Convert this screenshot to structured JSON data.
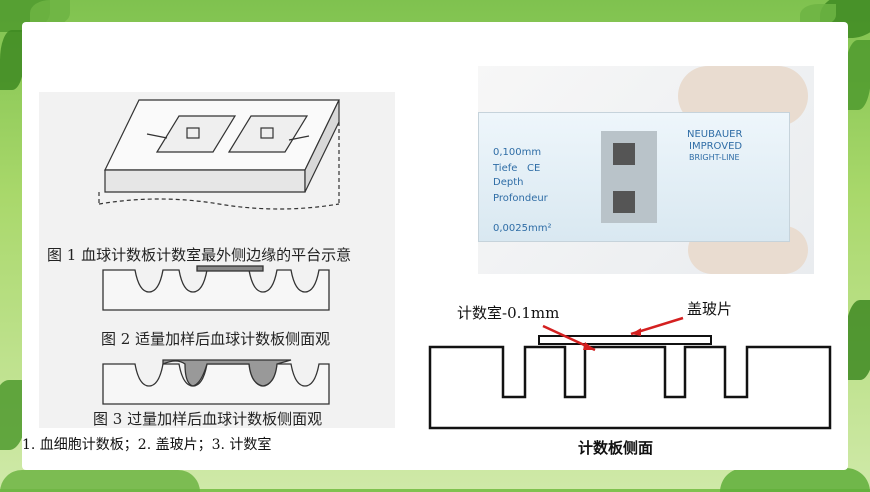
{
  "figures": {
    "fig1_caption": "图 1 血球计数板计数室最外侧边缘的平台示意",
    "fig2_caption": "图 2 适量加样后血球计数板侧面观",
    "fig3_caption": "图 3 过量加样后血球计数板侧面观"
  },
  "photo": {
    "depth_value": "0,100mm",
    "tiefe": "Tiefe",
    "ce_mark": "CE",
    "depth": "Depth",
    "profondeur": "Profondeur",
    "area_value": "0,0025mm²",
    "brand_line1": "NEUBAUER",
    "brand_line2": "IMPROVED",
    "brand_line3": "BRIGHT-LINE"
  },
  "diagram": {
    "chamber_label": "计数室-0.1mm",
    "coverslip_label": "盖玻片",
    "caption": "计数板侧面"
  },
  "footnote": "1. 血细胞计数板；2. 盖玻片；3. 计数室",
  "colors": {
    "arrow": "#d42020",
    "background_green": "#7fc24f"
  }
}
